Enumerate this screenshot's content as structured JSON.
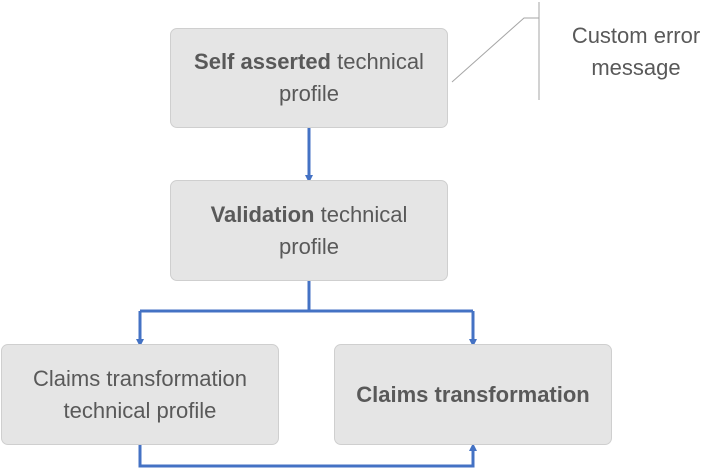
{
  "diagram": {
    "nodes": {
      "self_asserted": {
        "bold": "Self asserted",
        "rest": " technical",
        "line2": "profile"
      },
      "validation": {
        "bold": "Validation",
        "rest": " technical",
        "line2": "profile"
      },
      "claims_tp": {
        "line1": "Claims transformation",
        "line2": "technical profile"
      },
      "claims_transformation": {
        "bold": "Claims transformation"
      }
    },
    "callout": {
      "line1": "Custom error",
      "line2": "message"
    },
    "colors": {
      "box_fill": "#e5e5e5",
      "box_border": "#cfcfcf",
      "text": "#595959",
      "connector": "#4472c4",
      "callout_line": "#a6a6a6"
    }
  }
}
